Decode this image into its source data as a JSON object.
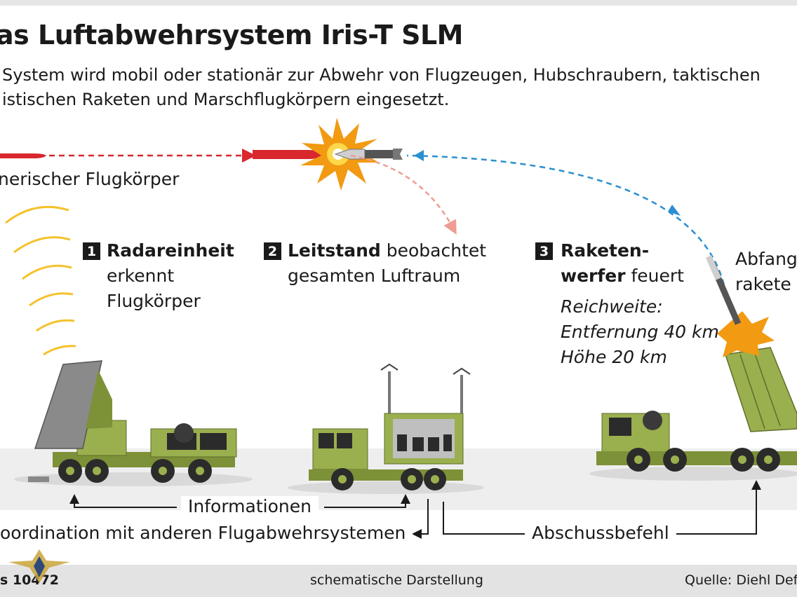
{
  "title": "as Luftabwehrsystem Iris-T SLM",
  "subtitle": {
    "line1": "System wird mobil oder stationär zur Abwehr von Flugzeugen, Hubschraubern, taktischen",
    "line2": "istischen Raketen und Marschflugkörpern eingesetzt."
  },
  "threat_label": "nerischer Flugkörper",
  "interceptor_label": {
    "line1": "Abfang",
    "line2": "rakete"
  },
  "steps": [
    {
      "num": "1",
      "bold": "Radareinheit",
      "text1": "erkennt",
      "text2": "Flugkörper"
    },
    {
      "num": "2",
      "bold": "Leitstand",
      "rest": " beobachtet",
      "text2": "gesamten Luftraum"
    },
    {
      "num": "3",
      "bold1": "Raketen-",
      "bold2": "werfer",
      "rest": " feuert"
    }
  ],
  "reach": {
    "line1": "Reichweite:",
    "line2": "Entfernung 40 km",
    "line3": "Höhe 20 km"
  },
  "flows": {
    "informationen": "Informationen",
    "koordination": "oordination mit anderen Flugabwehrsystemen",
    "abschussbefehl": "Abschussbefehl"
  },
  "footer": {
    "id": "s 10472",
    "center": "schematische Darstellung",
    "source": "Quelle: Diehl Def"
  },
  "colors": {
    "vehicle_green": "#9aaf4e",
    "vehicle_dark_green": "#7d9138",
    "threat_red": "#d8272d",
    "interceptor_blue": "#2a8fd0",
    "radar_wave": "#f4c22b",
    "explosion": "#f29a12"
  }
}
